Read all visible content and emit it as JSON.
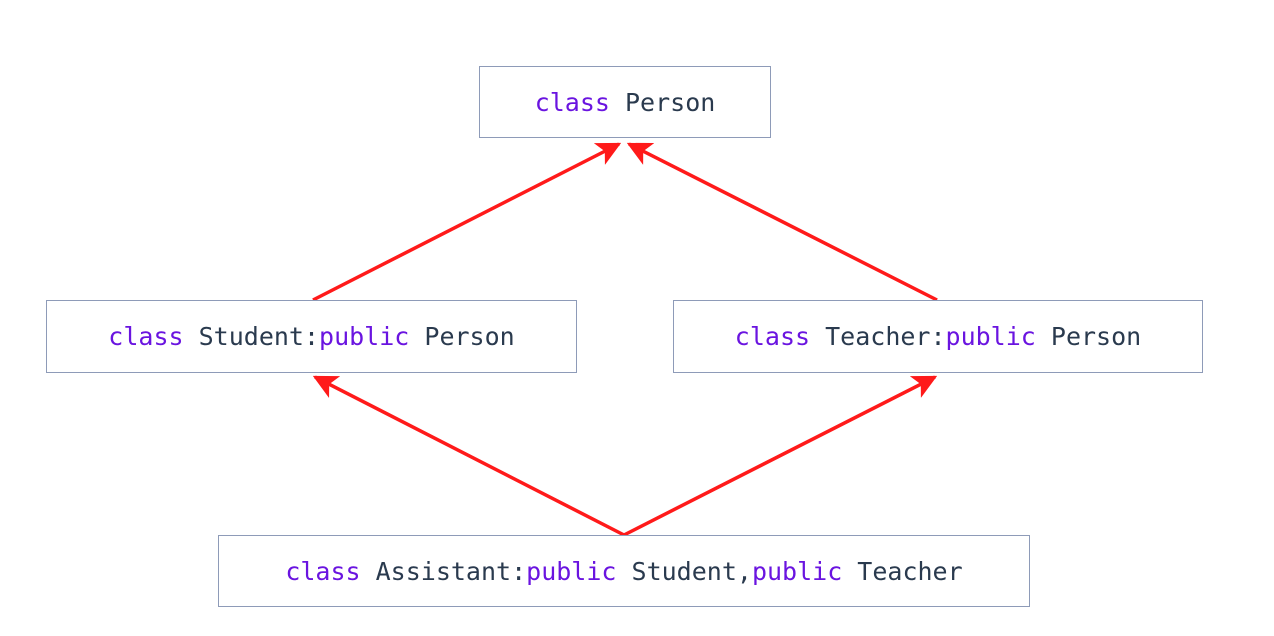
{
  "diagram": {
    "nodes": {
      "person": [
        {
          "text": "class",
          "kind": "keyword"
        },
        {
          "text": " Person",
          "kind": "text"
        }
      ],
      "student": [
        {
          "text": "class",
          "kind": "keyword"
        },
        {
          "text": " Student:",
          "kind": "text"
        },
        {
          "text": "public",
          "kind": "keyword"
        },
        {
          "text": " Person",
          "kind": "text"
        }
      ],
      "teacher": [
        {
          "text": "class",
          "kind": "keyword"
        },
        {
          "text": " Teacher:",
          "kind": "text"
        },
        {
          "text": "public",
          "kind": "keyword"
        },
        {
          "text": " Person",
          "kind": "text"
        }
      ],
      "assistant": [
        {
          "text": "class",
          "kind": "keyword"
        },
        {
          "text": " Assistant:",
          "kind": "text"
        },
        {
          "text": "public",
          "kind": "keyword"
        },
        {
          "text": " Student,",
          "kind": "text"
        },
        {
          "text": "public",
          "kind": "keyword"
        },
        {
          "text": " Teacher",
          "kind": "text"
        }
      ]
    },
    "edges": [
      {
        "from": "student",
        "to": "person"
      },
      {
        "from": "teacher",
        "to": "person"
      },
      {
        "from": "assistant",
        "to": "student"
      },
      {
        "from": "assistant",
        "to": "teacher"
      }
    ],
    "colors": {
      "keyword": "#6a14e0",
      "text": "#2a3a4e",
      "arrow": "#ff1a1a",
      "border": "#8e9bb8"
    }
  }
}
